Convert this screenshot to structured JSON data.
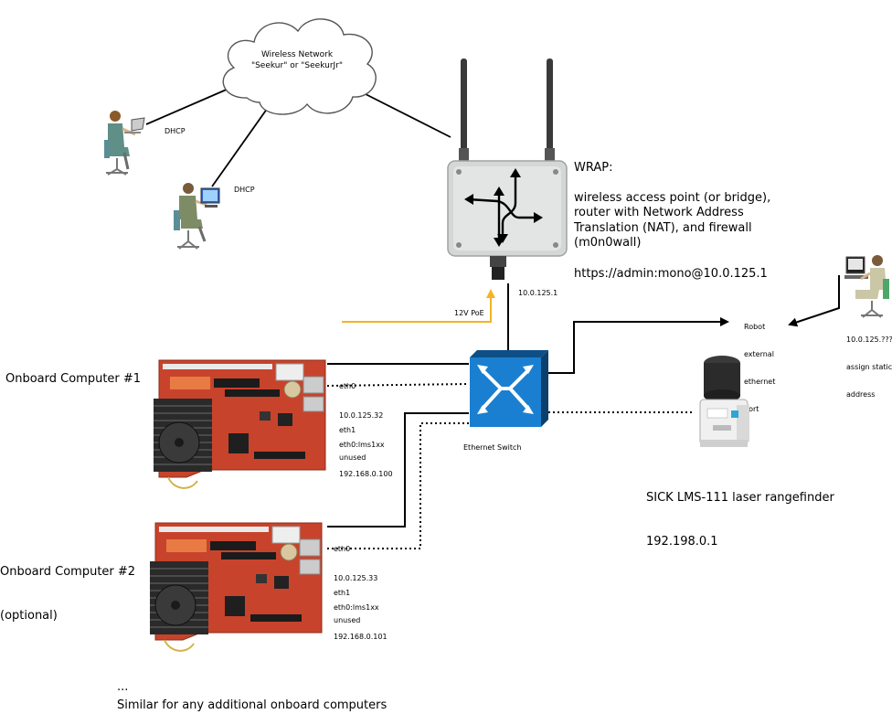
{
  "colors": {
    "wire": "#000000",
    "poe": "#f5b324",
    "switch_face": "#1a7fd0",
    "board_red": "#c8432b",
    "heatsink": "#2a2a2a"
  },
  "cloud": {
    "label_line1": "Wireless Network",
    "label_line2": "\"Seekur\" or \"SeekurJr\""
  },
  "clients": {
    "dhcp1": "DHCP",
    "dhcp2": "DHCP"
  },
  "wrap": {
    "title": "WRAP:",
    "description": "wireless access point (or bridge),\nrouter with Network Address\nTranslation (NAT), and firewall\n(m0n0wall)",
    "url": "https://admin:mono@10.0.125.1",
    "ip": "10.0.125.1"
  },
  "poe": {
    "label": "12V PoE"
  },
  "switch": {
    "label": "Ethernet Switch"
  },
  "robot_port": {
    "line1": "Robot",
    "line2": "external",
    "line3": "ethernet",
    "line4": "port"
  },
  "laptop_user": {
    "line1": "10.0.125.???",
    "line2": "assign static",
    "line3": "address"
  },
  "computer1": {
    "title": "Onboard Computer #1",
    "eth0": "eth0",
    "eth0_ip": "10.0.125.32",
    "eth0_alias": "eth0:lms1xx",
    "eth0_alias_ip": "192.168.0.100",
    "eth1": "eth1",
    "eth1_status": "unused"
  },
  "computer2": {
    "title_line1": "Onboard Computer #2",
    "title_line2": "(optional)",
    "eth0": "eth0",
    "eth0_ip": "10.0.125.33",
    "eth0_alias": "eth0:lms1xx",
    "eth0_alias_ip": "192.168.0.101",
    "eth1": "eth1",
    "eth1_status": "unused"
  },
  "laser": {
    "name": "SICK LMS-111 laser rangefinder",
    "ip": "192.198.0.1"
  },
  "footer": {
    "ellipsis": "...",
    "note": "Similar for any additional onboard computers"
  }
}
